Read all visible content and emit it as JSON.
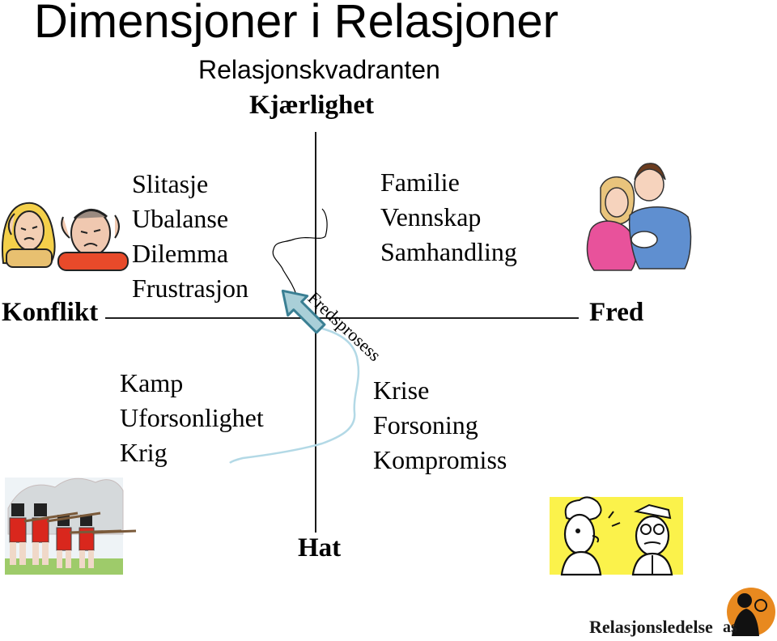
{
  "title": "Dimensjoner i Relasjoner",
  "subtitle": "Relasjonskvadranten",
  "axes": {
    "top": "Kjærlighet",
    "bottom": "Hat",
    "left": "Konflikt",
    "right": "Fred"
  },
  "quadrants": {
    "top_left": [
      "Slitasje",
      "Ubalanse",
      "Dilemma",
      "Frustrasjon"
    ],
    "top_right": [
      "Familie",
      "Vennskap",
      "Samhandling"
    ],
    "bottom_left": [
      "Kamp",
      "Uforsonlighet",
      "Krig"
    ],
    "bottom_right": [
      "Krise",
      "Forsoning",
      "Kompromiss"
    ]
  },
  "path_label": "Fredsprosess",
  "logo": {
    "name": "Relasjonsledelse",
    "suffix": "as"
  },
  "colors": {
    "axis": "#000000",
    "arrow_fill": "#a9cfd8",
    "arrow_stroke": "#3a7f93",
    "path_curve": "#b3d9e6",
    "logo_orange": "#e8891f"
  }
}
